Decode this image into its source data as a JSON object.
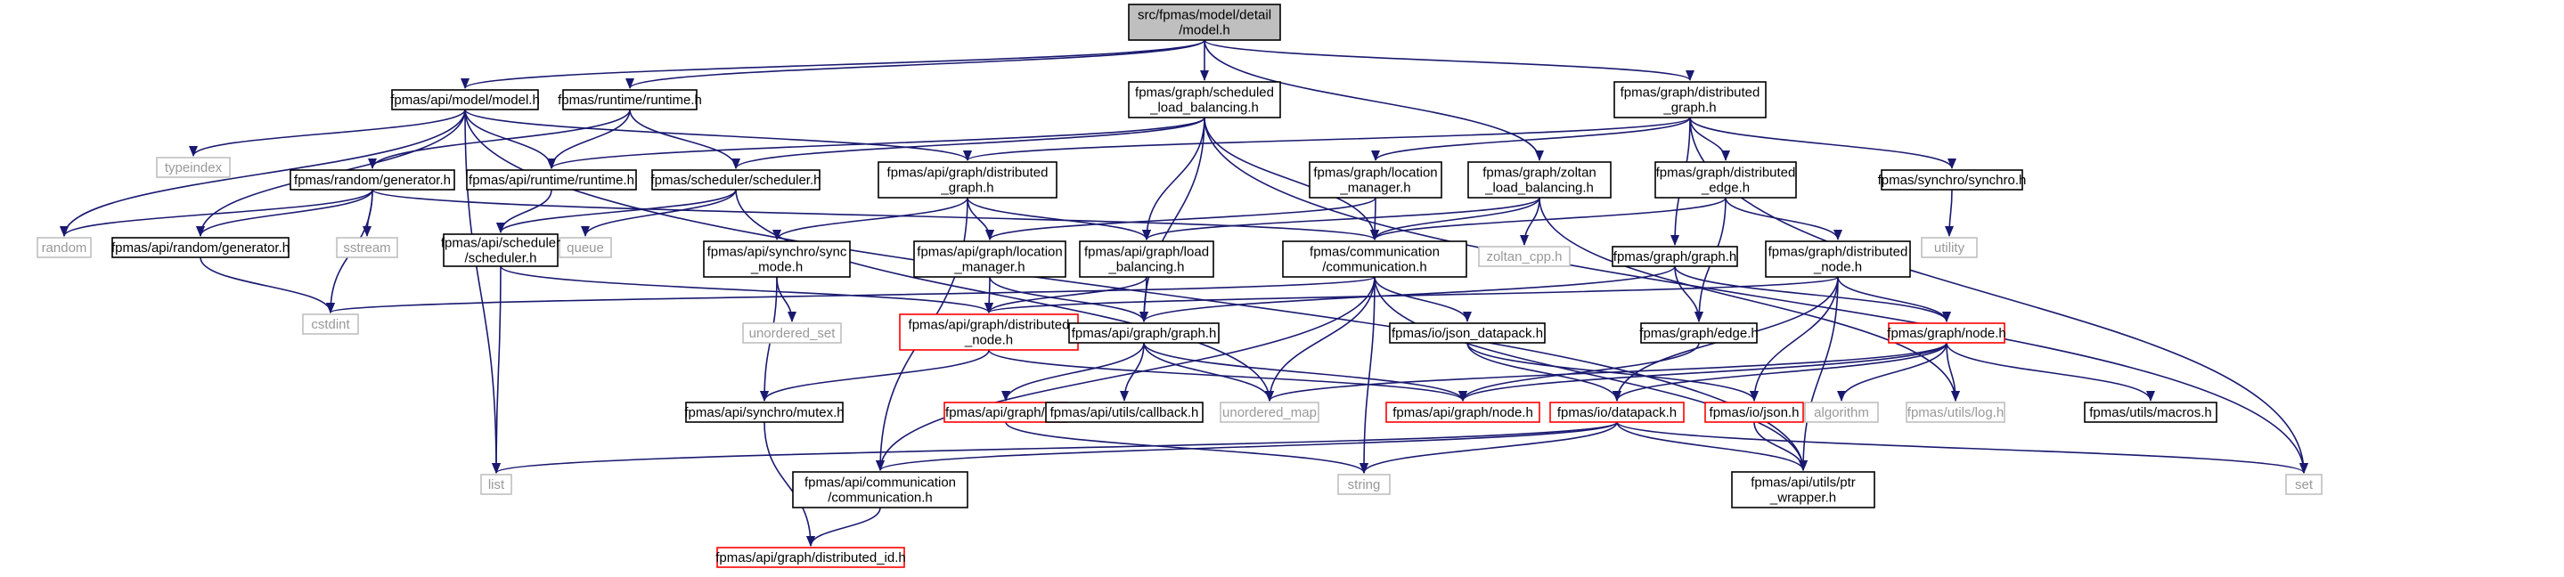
{
  "colors": {
    "edge": "#191970",
    "node_border": "#000000",
    "node_border_incomplete": "#ff0000",
    "node_border_system": "#bfbfbf",
    "system_text": "#999999",
    "root_fill": "#bfbfbf"
  },
  "nodes": [
    {
      "id": "root",
      "lines": [
        "src/fpmas/model/detail",
        "/model.h"
      ],
      "kind": "root"
    },
    {
      "id": "api_model",
      "lines": [
        "fpmas/api/model/model.h"
      ],
      "kind": "normal"
    },
    {
      "id": "runtime",
      "lines": [
        "fpmas/runtime/runtime.h"
      ],
      "kind": "normal"
    },
    {
      "id": "sched_lb",
      "lines": [
        "fpmas/graph/scheduled",
        "_load_balancing.h"
      ],
      "kind": "normal"
    },
    {
      "id": "dist_graph",
      "lines": [
        "fpmas/graph/distributed",
        "_graph.h"
      ],
      "kind": "normal"
    },
    {
      "id": "typeindex",
      "lines": [
        "typeindex"
      ],
      "kind": "grey"
    },
    {
      "id": "random_gen",
      "lines": [
        "fpmas/random/generator.h"
      ],
      "kind": "normal"
    },
    {
      "id": "api_runtime",
      "lines": [
        "fpmas/api/runtime/runtime.h"
      ],
      "kind": "normal"
    },
    {
      "id": "scheduler",
      "lines": [
        "fpmas/scheduler/scheduler.h"
      ],
      "kind": "normal"
    },
    {
      "id": "api_dist_graph",
      "lines": [
        "fpmas/api/graph/distributed",
        "_graph.h"
      ],
      "kind": "normal"
    },
    {
      "id": "location_mgr",
      "lines": [
        "fpmas/graph/location",
        "_manager.h"
      ],
      "kind": "normal"
    },
    {
      "id": "zoltan_lb",
      "lines": [
        "fpmas/graph/zoltan",
        "_load_balancing.h"
      ],
      "kind": "normal"
    },
    {
      "id": "dist_edge",
      "lines": [
        "fpmas/graph/distributed",
        "_edge.h"
      ],
      "kind": "normal"
    },
    {
      "id": "synchro",
      "lines": [
        "fpmas/synchro/synchro.h"
      ],
      "kind": "normal"
    },
    {
      "id": "random",
      "lines": [
        "random"
      ],
      "kind": "grey"
    },
    {
      "id": "api_random_gen",
      "lines": [
        "fpmas/api/random/generator.h"
      ],
      "kind": "normal"
    },
    {
      "id": "sstream",
      "lines": [
        "sstream"
      ],
      "kind": "grey"
    },
    {
      "id": "queue",
      "lines": [
        "queue"
      ],
      "kind": "grey"
    },
    {
      "id": "api_scheduler",
      "lines": [
        "fpmas/api/scheduler",
        "/scheduler.h"
      ],
      "kind": "normal"
    },
    {
      "id": "api_sync_mode",
      "lines": [
        "fpmas/api/synchro/sync",
        "_mode.h"
      ],
      "kind": "normal"
    },
    {
      "id": "api_location_mgr",
      "lines": [
        "fpmas/api/graph/location",
        "_manager.h"
      ],
      "kind": "normal"
    },
    {
      "id": "api_lb",
      "lines": [
        "fpmas/api/graph/load",
        "_balancing.h"
      ],
      "kind": "normal"
    },
    {
      "id": "api_comm",
      "lines": [
        "fpmas/communication",
        "/communication.h"
      ],
      "kind": "normal"
    },
    {
      "id": "zoltan_cpp",
      "lines": [
        "zoltan_cpp.h"
      ],
      "kind": "grey"
    },
    {
      "id": "graph_graph",
      "lines": [
        "fpmas/graph/graph.h"
      ],
      "kind": "normal"
    },
    {
      "id": "graph_dist_node",
      "lines": [
        "fpmas/graph/distributed",
        "_node.h"
      ],
      "kind": "normal"
    },
    {
      "id": "utility",
      "lines": [
        "utility"
      ],
      "kind": "grey"
    },
    {
      "id": "cstdint",
      "lines": [
        "cstdint"
      ],
      "kind": "grey"
    },
    {
      "id": "unordered_set",
      "lines": [
        "unordered_set"
      ],
      "kind": "grey"
    },
    {
      "id": "api_dist_node",
      "lines": [
        "fpmas/api/graph/distributed",
        "_node.h"
      ],
      "kind": "red"
    },
    {
      "id": "api_graph",
      "lines": [
        "fpmas/api/graph/graph.h"
      ],
      "kind": "normal"
    },
    {
      "id": "json_datapack",
      "lines": [
        "fpmas/io/json_datapack.h"
      ],
      "kind": "normal"
    },
    {
      "id": "graph_edge",
      "lines": [
        "fpmas/graph/edge.h"
      ],
      "kind": "normal"
    },
    {
      "id": "graph_node",
      "lines": [
        "fpmas/graph/node.h"
      ],
      "kind": "red"
    },
    {
      "id": "api_mutex",
      "lines": [
        "fpmas/api/synchro/mutex.h"
      ],
      "kind": "normal"
    },
    {
      "id": "api_id",
      "lines": [
        "fpmas/api/graph/id.h"
      ],
      "kind": "red"
    },
    {
      "id": "api_callback",
      "lines": [
        "fpmas/api/utils/callback.h"
      ],
      "kind": "normal"
    },
    {
      "id": "unordered_map",
      "lines": [
        "unordered_map"
      ],
      "kind": "grey"
    },
    {
      "id": "api_node",
      "lines": [
        "fpmas/api/graph/node.h"
      ],
      "kind": "red"
    },
    {
      "id": "io_datapack",
      "lines": [
        "fpmas/io/datapack.h"
      ],
      "kind": "red"
    },
    {
      "id": "io_json",
      "lines": [
        "fpmas/io/json.h"
      ],
      "kind": "red"
    },
    {
      "id": "algorithm",
      "lines": [
        "algorithm"
      ],
      "kind": "grey"
    },
    {
      "id": "utils_log",
      "lines": [
        "fpmas/utils/log.h"
      ],
      "kind": "grey"
    },
    {
      "id": "utils_macros",
      "lines": [
        "fpmas/utils/macros.h"
      ],
      "kind": "normal"
    },
    {
      "id": "list",
      "lines": [
        "list"
      ],
      "kind": "grey"
    },
    {
      "id": "api_comm_comm",
      "lines": [
        "fpmas/api/communication",
        "/communication.h"
      ],
      "kind": "normal"
    },
    {
      "id": "string",
      "lines": [
        "string"
      ],
      "kind": "grey"
    },
    {
      "id": "ptr_wrapper",
      "lines": [
        "fpmas/api/utils/ptr",
        "_wrapper.h"
      ],
      "kind": "normal"
    },
    {
      "id": "set",
      "lines": [
        "set"
      ],
      "kind": "grey"
    },
    {
      "id": "api_dist_id",
      "lines": [
        "fpmas/api/graph/distributed_id.h"
      ],
      "kind": "red"
    }
  ],
  "edges": [
    [
      "root",
      "api_model"
    ],
    [
      "root",
      "runtime"
    ],
    [
      "root",
      "sched_lb"
    ],
    [
      "root",
      "dist_graph"
    ],
    [
      "root",
      "zoltan_lb"
    ],
    [
      "api_model",
      "typeindex"
    ],
    [
      "api_model",
      "random"
    ],
    [
      "api_model",
      "api_random_gen"
    ],
    [
      "api_model",
      "api_runtime"
    ],
    [
      "api_model",
      "api_dist_graph"
    ],
    [
      "api_model",
      "list"
    ],
    [
      "api_model",
      "ptr_wrapper"
    ],
    [
      "runtime",
      "random_gen"
    ],
    [
      "runtime",
      "api_runtime"
    ],
    [
      "runtime",
      "scheduler"
    ],
    [
      "sched_lb",
      "api_runtime"
    ],
    [
      "sched_lb",
      "scheduler"
    ],
    [
      "sched_lb",
      "api_lb"
    ],
    [
      "sched_lb",
      "api_comm"
    ],
    [
      "sched_lb",
      "api_graph"
    ],
    [
      "sched_lb",
      "set"
    ],
    [
      "dist_graph",
      "api_dist_graph"
    ],
    [
      "dist_graph",
      "location_mgr"
    ],
    [
      "dist_graph",
      "dist_edge"
    ],
    [
      "dist_graph",
      "graph_graph"
    ],
    [
      "dist_graph",
      "synchro"
    ],
    [
      "dist_graph",
      "set"
    ],
    [
      "random_gen",
      "random"
    ],
    [
      "random_gen",
      "api_random_gen"
    ],
    [
      "random_gen",
      "sstream"
    ],
    [
      "random_gen",
      "cstdint"
    ],
    [
      "random_gen",
      "api_comm"
    ],
    [
      "api_random_gen",
      "cstdint"
    ],
    [
      "api_runtime",
      "api_scheduler"
    ],
    [
      "scheduler",
      "api_scheduler"
    ],
    [
      "scheduler",
      "queue"
    ],
    [
      "scheduler",
      "unordered_map"
    ],
    [
      "api_dist_graph",
      "api_sync_mode"
    ],
    [
      "api_dist_graph",
      "api_location_mgr"
    ],
    [
      "api_dist_graph",
      "api_lb"
    ],
    [
      "api_dist_graph",
      "api_comm_comm"
    ],
    [
      "location_mgr",
      "api_location_mgr"
    ],
    [
      "location_mgr",
      "api_comm"
    ],
    [
      "zoltan_lb",
      "api_lb"
    ],
    [
      "zoltan_lb",
      "api_comm"
    ],
    [
      "zoltan_lb",
      "zoltan_cpp"
    ],
    [
      "zoltan_lb",
      "utils_log"
    ],
    [
      "dist_edge",
      "api_comm"
    ],
    [
      "dist_edge",
      "graph_edge"
    ],
    [
      "dist_edge",
      "graph_dist_node"
    ],
    [
      "synchro",
      "utility"
    ],
    [
      "api_scheduler",
      "list"
    ],
    [
      "api_scheduler",
      "api_dist_node"
    ],
    [
      "api_sync_mode",
      "unordered_set"
    ],
    [
      "api_sync_mode",
      "api_mutex"
    ],
    [
      "api_location_mgr",
      "api_dist_node"
    ],
    [
      "api_location_mgr",
      "api_graph"
    ],
    [
      "api_lb",
      "api_dist_node"
    ],
    [
      "api_lb",
      "api_graph"
    ],
    [
      "api_comm",
      "cstdint"
    ],
    [
      "api_comm",
      "api_comm_comm"
    ],
    [
      "api_comm",
      "json_datapack"
    ],
    [
      "api_comm",
      "unordered_map"
    ],
    [
      "api_comm",
      "string"
    ],
    [
      "api_comm",
      "ptr_wrapper"
    ],
    [
      "graph_graph",
      "api_graph"
    ],
    [
      "graph_graph",
      "graph_edge"
    ],
    [
      "graph_graph",
      "graph_node"
    ],
    [
      "graph_dist_node",
      "api_dist_node"
    ],
    [
      "graph_dist_node",
      "graph_node"
    ],
    [
      "graph_dist_node",
      "io_datapack"
    ],
    [
      "graph_dist_node",
      "io_json"
    ],
    [
      "graph_dist_node",
      "ptr_wrapper"
    ],
    [
      "api_dist_node",
      "api_mutex"
    ],
    [
      "api_dist_node",
      "api_node"
    ],
    [
      "api_graph",
      "api_id"
    ],
    [
      "api_graph",
      "api_callback"
    ],
    [
      "api_graph",
      "unordered_map"
    ],
    [
      "api_graph",
      "api_node"
    ],
    [
      "json_datapack",
      "io_datapack"
    ],
    [
      "json_datapack",
      "io_json"
    ],
    [
      "graph_edge",
      "api_node"
    ],
    [
      "graph_node",
      "unordered_map"
    ],
    [
      "graph_node",
      "api_node"
    ],
    [
      "graph_node",
      "algorithm"
    ],
    [
      "graph_node",
      "utils_log"
    ],
    [
      "graph_node",
      "utils_macros"
    ],
    [
      "graph_node",
      "io_datapack"
    ],
    [
      "api_mutex",
      "api_dist_id"
    ],
    [
      "api_id",
      "string"
    ],
    [
      "io_datapack",
      "list"
    ],
    [
      "io_datapack",
      "api_comm_comm"
    ],
    [
      "io_datapack",
      "string"
    ],
    [
      "io_datapack",
      "ptr_wrapper"
    ],
    [
      "io_datapack",
      "set"
    ],
    [
      "io_json",
      "ptr_wrapper"
    ],
    [
      "api_comm_comm",
      "api_dist_id"
    ]
  ]
}
